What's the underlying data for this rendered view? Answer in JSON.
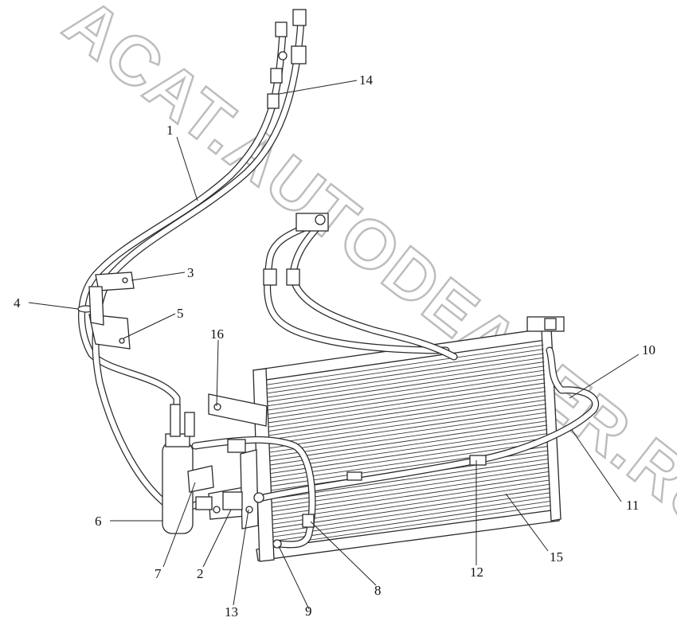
{
  "watermark": {
    "text": "ACAT.AUTODEALER.RU",
    "color": "#bdbdbd"
  },
  "callouts": [
    {
      "id": "1",
      "label": "1"
    },
    {
      "id": "2",
      "label": "2"
    },
    {
      "id": "3",
      "label": "3"
    },
    {
      "id": "4",
      "label": "4"
    },
    {
      "id": "5",
      "label": "5"
    },
    {
      "id": "6",
      "label": "6"
    },
    {
      "id": "7",
      "label": "7"
    },
    {
      "id": "8",
      "label": "8"
    },
    {
      "id": "9",
      "label": "9"
    },
    {
      "id": "10",
      "label": "10"
    },
    {
      "id": "11",
      "label": "11"
    },
    {
      "id": "12",
      "label": "12"
    },
    {
      "id": "13",
      "label": "13"
    },
    {
      "id": "14",
      "label": "14"
    },
    {
      "id": "15",
      "label": "15"
    },
    {
      "id": "16",
      "label": "16"
    }
  ]
}
